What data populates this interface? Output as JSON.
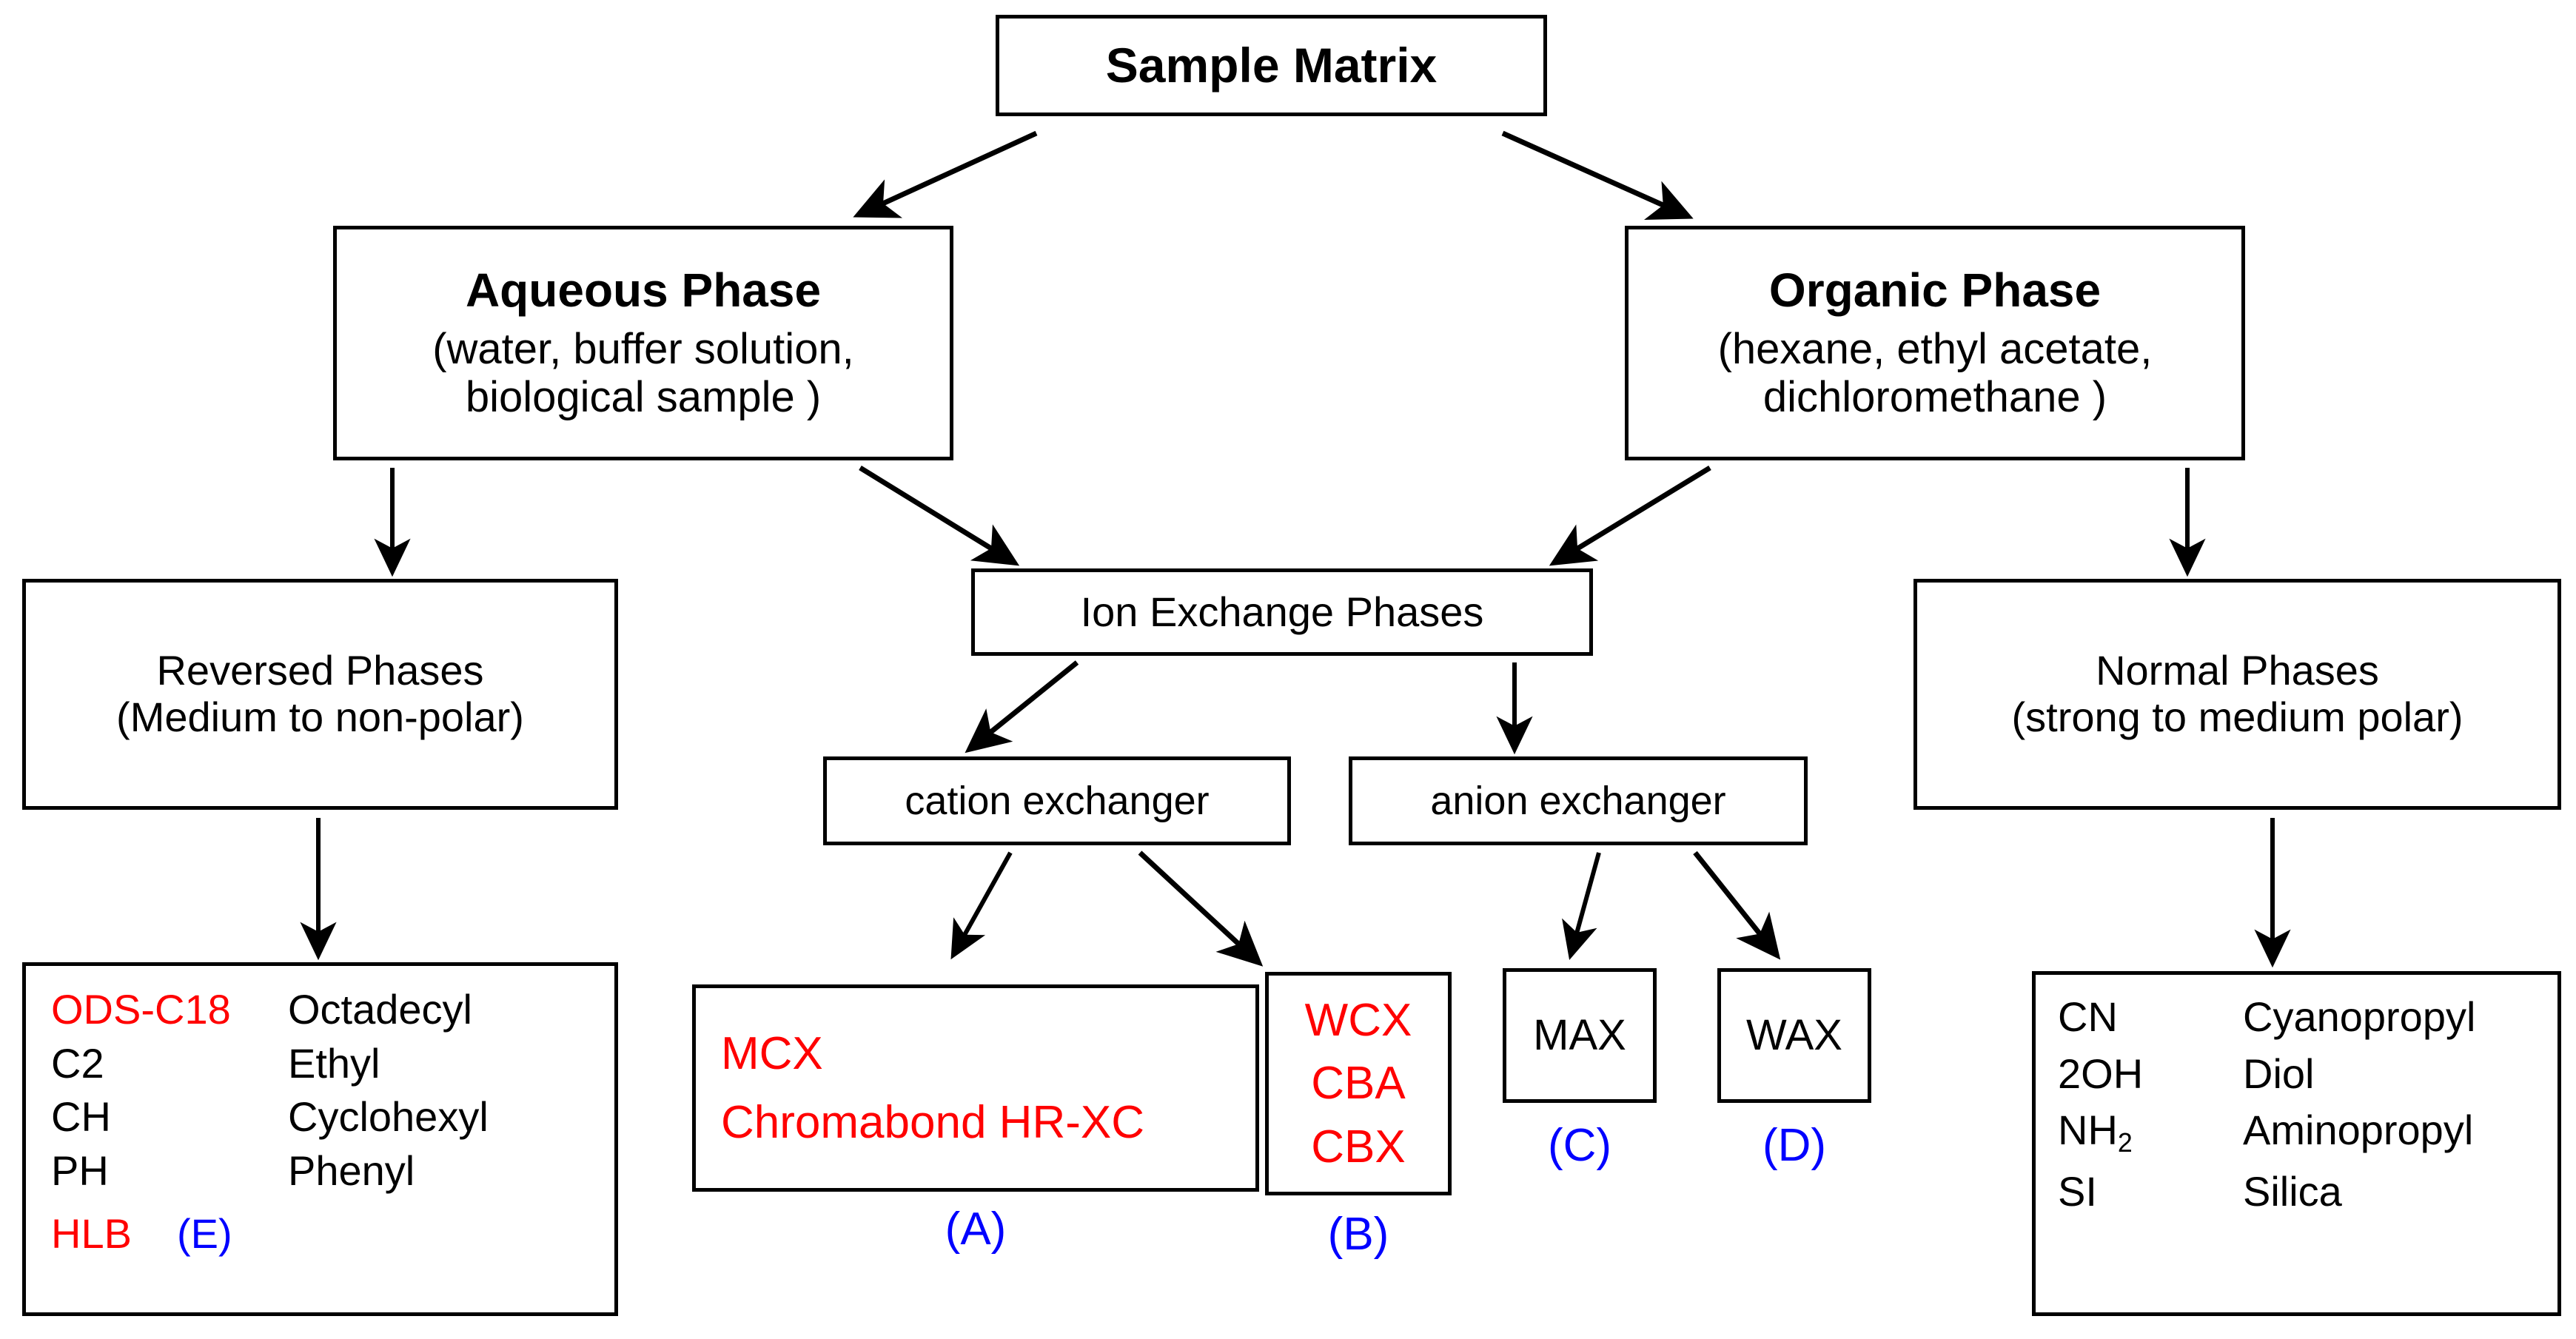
{
  "diagram": {
    "title": "Sample Matrix SPE sorbent selection flowchart",
    "colors": {
      "red": "#FF0000",
      "blue": "#0000FF",
      "black": "#000000",
      "background": "#FFFFFF"
    }
  },
  "nodes": {
    "sample_matrix": {
      "title": "Sample Matrix"
    },
    "aqueous_phase": {
      "title": "Aqueous Phase",
      "sub": "(water, buffer solution,",
      "sub2": "biological sample )"
    },
    "organic_phase": {
      "title": "Organic Phase",
      "sub": "(hexane, ethyl acetate,",
      "sub2": "dichloromethane )"
    },
    "reversed_phases": {
      "title": "Reversed Phases",
      "sub": "(Medium to non-polar)"
    },
    "ion_exchange": {
      "title": "Ion Exchange Phases"
    },
    "normal_phases": {
      "title": "Normal Phases",
      "sub": "(strong to medium polar)"
    },
    "cation_exchanger": {
      "title": "cation exchanger"
    },
    "anion_exchanger": {
      "title": "anion exchanger"
    },
    "max": {
      "title": "MAX"
    },
    "wax": {
      "title": "WAX"
    }
  },
  "reversed_phase_list": {
    "rows": [
      {
        "code": "ODS-C18",
        "name": "Octadecyl",
        "code_color": "red",
        "name_color": "black"
      },
      {
        "code": "C2",
        "name": "Ethyl",
        "code_color": "black",
        "name_color": "black"
      },
      {
        "code": "CH",
        "name": "Cyclohexyl",
        "code_color": "black",
        "name_color": "black"
      },
      {
        "code": "PH",
        "name": "Phenyl",
        "code_color": "black",
        "name_color": "black"
      },
      {
        "code": "HLB",
        "name": "(E)",
        "code_color": "red",
        "name_color": "blue"
      }
    ]
  },
  "normal_phase_list": {
    "rows": [
      {
        "code": "CN",
        "code_sub": "",
        "name": "Cyanopropyl"
      },
      {
        "code": "2OH",
        "code_sub": "",
        "name": "Diol"
      },
      {
        "code": "NH",
        "code_sub": "2",
        "name": "Aminopropyl"
      },
      {
        "code": "SI",
        "code_sub": "",
        "name": "Silica"
      }
    ]
  },
  "cation_sorbents": {
    "strong": {
      "lines": [
        "MCX",
        "Chromabond HR-XC"
      ],
      "color": "red"
    },
    "weak": {
      "lines": [
        "WCX",
        "CBA",
        "CBX"
      ],
      "color": "red"
    }
  },
  "panel_labels": {
    "a": "(A)",
    "b": "(B)",
    "c": "(C)",
    "d": "(D)"
  }
}
